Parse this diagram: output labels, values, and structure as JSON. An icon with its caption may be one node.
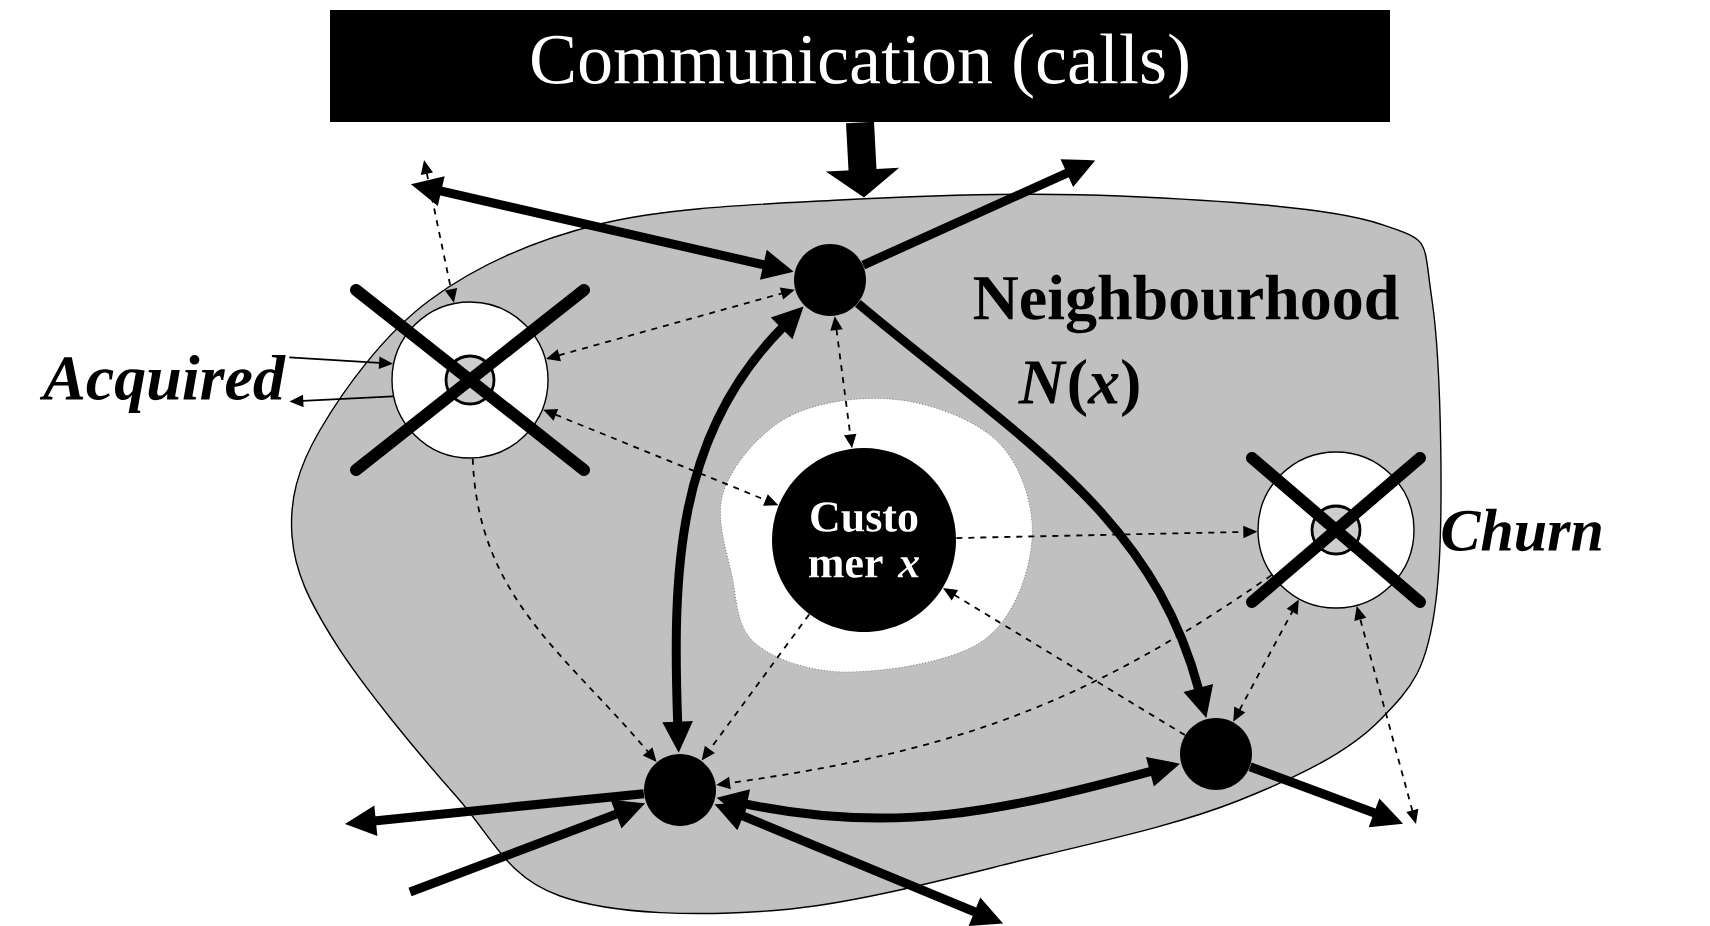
{
  "diagram": {
    "nodes": [
      {
        "text": [
          "Communication (calls)"
        ]
      },
      {
        "text": [
          "Neighbourhood",
          "*N*(*x*)"
        ]
      },
      {
        "text": [
          "Custo mer *x*"
        ],
        "in": 1
      },
      {
        "text": [],
        "shape": "circle",
        "in": 1
      },
      {
        "text": [],
        "shape": "circle",
        "in": 1
      },
      {
        "text": [],
        "shape": "circle",
        "in": 1
      },
      {
        "text": [
          "Acquired"
        ]
      },
      {
        "text": [],
        "shape": "circle",
        "in": 1
      },
      {
        "text": [],
        "shape": "circle",
        "in": 1,
        "beside": [
          "Churn"
        ]
      }
    ],
    "edges": [
      {
        "from": 0,
        "to": 1,
        "arrow": "to",
        "style": "thick"
      },
      {
        "from": null,
        "to": 3,
        "arrow": "both",
        "style": "thick"
      },
      {
        "from": 3,
        "to": null,
        "arrow": "to",
        "style": "thick"
      },
      {
        "from": 3,
        "to": 4,
        "arrow": "both",
        "style": "thick"
      },
      {
        "from": 3,
        "to": 5,
        "arrow": "to",
        "style": "thick"
      },
      {
        "from": 5,
        "to": 4,
        "arrow": "both",
        "style": "thick"
      },
      {
        "from": null,
        "to": 4,
        "arrow": "both",
        "style": "thick"
      },
      {
        "from": 4,
        "to": null,
        "arrow": "to",
        "style": "thick"
      },
      {
        "from": null,
        "to": 4,
        "arrow": "to",
        "style": "thick"
      },
      {
        "from": 5,
        "to": null,
        "arrow": "to",
        "style": "thick"
      },
      {
        "from": 6,
        "to": 7,
        "arrow": "to"
      },
      {
        "from": 7,
        "to": 6,
        "arrow": "to"
      },
      {
        "from": null,
        "to": 7,
        "arrow": "both",
        "style": "dashed"
      },
      {
        "from": 7,
        "to": 3,
        "arrow": "both",
        "style": "dashed"
      },
      {
        "from": 7,
        "to": 2,
        "arrow": "both",
        "style": "dashed"
      },
      {
        "from": 7,
        "to": 4,
        "arrow": "to",
        "style": "dashed"
      },
      {
        "from": 3,
        "to": 2,
        "arrow": "both",
        "style": "dashed"
      },
      {
        "from": 2,
        "to": 8,
        "arrow": "to",
        "style": "dashed"
      },
      {
        "from": 2,
        "to": 4,
        "arrow": "to",
        "style": "dashed"
      },
      {
        "from": 5,
        "to": 2,
        "arrow": "to",
        "style": "dashed"
      },
      {
        "from": 8,
        "to": 4,
        "arrow": "to",
        "style": "dashed"
      },
      {
        "from": 5,
        "to": 8,
        "arrow": "both",
        "style": "dashed"
      },
      {
        "from": null,
        "to": 8,
        "arrow": "both",
        "style": "dashed"
      }
    ]
  }
}
